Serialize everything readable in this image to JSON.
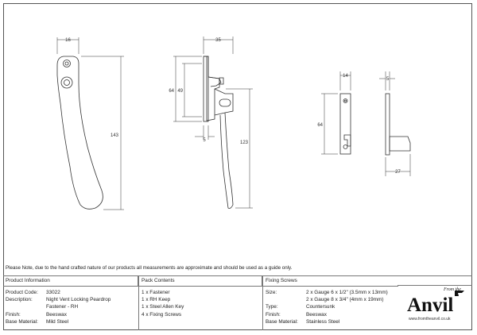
{
  "colors": {
    "line": "#333333",
    "border": "#555555",
    "text": "#222222"
  },
  "dimensions": {
    "handle_width": "16",
    "handle_height": "143",
    "side_depth": "35",
    "side_64": "64",
    "side_49": "49",
    "side_5": "5",
    "side_123": "123",
    "keep_width": "14",
    "keep_height": "64",
    "keep_side_5": "5",
    "keep_side_27": "27"
  },
  "disclaimer": "Please Note, due to the hand crafted nature of our products all measurements are approximate and should be used as a guide only.",
  "product_info": {
    "title": "Product Information",
    "rows": [
      {
        "key": "Product Code:",
        "value": "33022"
      },
      {
        "key": "Description:",
        "value": "Night Vent Locking Peardrop"
      },
      {
        "key": "",
        "value": "Fastener - RH"
      },
      {
        "key": "Finish:",
        "value": "Beeswax"
      },
      {
        "key": "Base Material:",
        "value": "Mild Steel"
      }
    ]
  },
  "pack_contents": {
    "title": "Pack Contents",
    "items": [
      "1 x Fastener",
      "1 x RH Keep",
      "1 x Steel Allen Key",
      "4 x Fixing Screws"
    ]
  },
  "fixing_screws": {
    "title": "Fixing Screws",
    "rows": [
      {
        "key": "Size:",
        "value": "2 x Gauge 6 x 1/2\" (3.5mm x 13mm)"
      },
      {
        "key": "",
        "value": "2 x Gauge 8 x 3/4\" (4mm x 19mm)"
      },
      {
        "key": "Type:",
        "value": "Countersunk"
      },
      {
        "key": "Finish:",
        "value": "Beeswax"
      },
      {
        "key": "Base Material:",
        "value": "Stainless Steel"
      }
    ]
  },
  "logo": {
    "from_the": "From the",
    "brand": "Anvil",
    "url": "www.fromtheanvil.co.uk"
  }
}
